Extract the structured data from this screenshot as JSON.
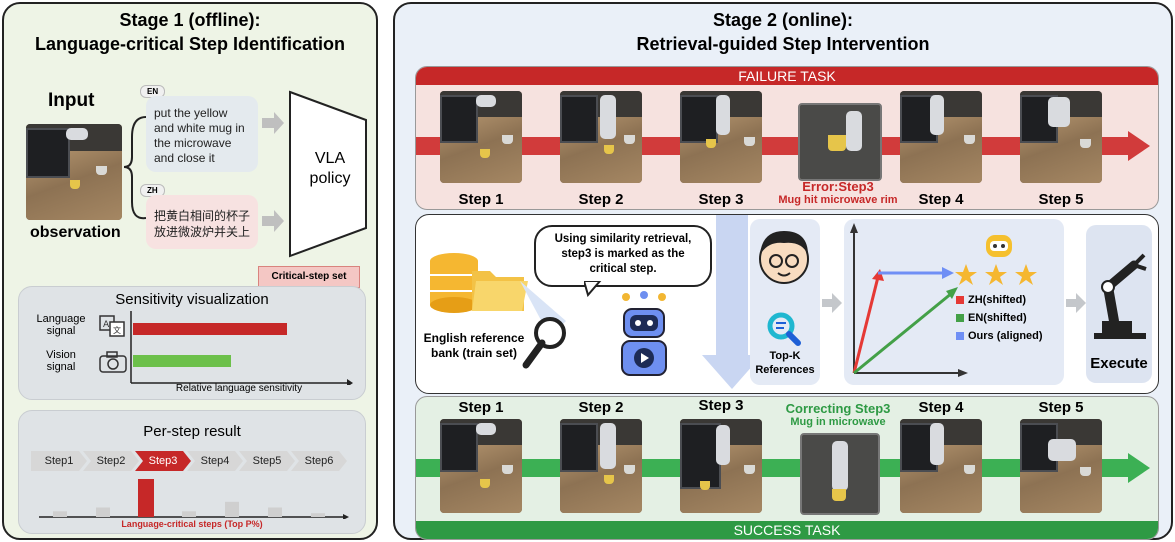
{
  "stage1": {
    "title_line1": "Stage 1 (offline):",
    "title_line2": "Language-critical Step Identification",
    "input_label": "Input",
    "observation_label": "observation",
    "en_tag": "EN",
    "en_text": "put the yellow and white mug in the microwave and close it",
    "zh_tag": "ZH",
    "zh_text": "把黄白相间的杯子放进微波炉并关上",
    "vla_line1": "VLA",
    "vla_line2": "policy",
    "critical_set_badge": "Critical-step set",
    "sensitivity": {
      "title": "Sensitivity visualization",
      "language_signal": "Language signal",
      "vision_signal": "Vision signal",
      "axis_label": "Relative language sensitivity",
      "language_value": 0.77,
      "vision_value": 0.49
    },
    "per_step": {
      "title": "Per-step result",
      "steps": [
        "Step1",
        "Step2",
        "Step3",
        "Step4",
        "Step5",
        "Step6"
      ],
      "active_step": "Step3",
      "caption_red": "Language-critical steps",
      "caption_rest": " (Top P%)",
      "bar_values": [
        0.15,
        0.25,
        1.0,
        0.15,
        0.4,
        0.25,
        0.1
      ]
    }
  },
  "stage2": {
    "title_line1": "Stage 2 (online):",
    "title_line2": "Retrieval-guided Step Intervention",
    "failure_task": "FAILURE TASK",
    "success_task": "SUCCESS TASK",
    "steps": [
      "Step 1",
      "Step 2",
      "Step 3",
      "Step 4",
      "Step 5"
    ],
    "error_title": "Error:Step3",
    "error_detail": "Mug hit microwave rim",
    "correct_title": "Correcting Step3",
    "correct_detail": "Mug in microwave",
    "speech": "Using similarity retrieval, step3 is marked as the critical step.",
    "reference_bank": "English reference bank (train set)",
    "topk_label": "Top-K References",
    "legend": [
      {
        "label": "ZH(shifted)",
        "color": "#e53935"
      },
      {
        "label": "EN(shifted)",
        "color": "#43a047"
      },
      {
        "label": "Ours (aligned)",
        "color": "#6f8ff5"
      }
    ],
    "execute_label": "Execute",
    "colors": {
      "failure": "#c62828",
      "success": "#2e9a44",
      "panel_bg": "#eaf0f8"
    }
  }
}
